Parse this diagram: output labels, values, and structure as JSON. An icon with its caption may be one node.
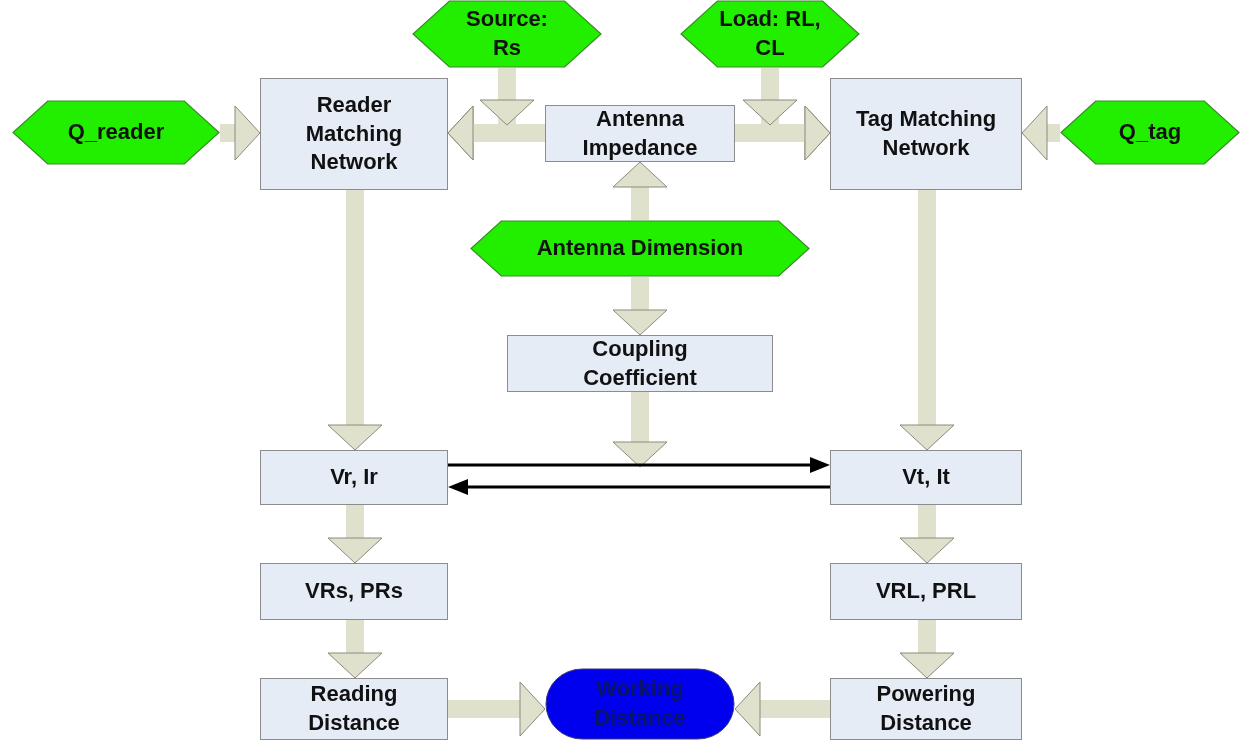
{
  "diagram": {
    "nodes": [
      {
        "text": [
          "Source: Rs"
        ]
      },
      {
        "text": [
          "Load: RL, CL"
        ]
      },
      {
        "text": [
          "Q_reader"
        ]
      },
      {
        "text": [
          "Reader Matching Network"
        ]
      },
      {
        "text": [
          "Antenna Impedance"
        ]
      },
      {
        "text": [
          "Tag Matching Network"
        ]
      },
      {
        "text": [
          "Q_tag"
        ]
      },
      {
        "text": [
          "Antenna Dimension"
        ]
      },
      {
        "text": [
          "Coupling Coefficient"
        ]
      },
      {
        "text": [
          "Vr, Ir"
        ]
      },
      {
        "text": [
          "Vt, It"
        ]
      },
      {
        "text": [
          "VRs, PRs"
        ]
      },
      {
        "text": [
          "VRL, PRL"
        ]
      },
      {
        "text": [
          "Reading Distance"
        ]
      },
      {
        "text": [
          "Working Distance"
        ]
      },
      {
        "text": [
          "Powering Distance"
        ]
      }
    ],
    "edges": [
      {
        "from": 2,
        "to": 3,
        "arrow": "to"
      },
      {
        "from": 4,
        "to": 3,
        "arrow": "to"
      },
      {
        "from": 0,
        "to": 3,
        "arrow": "to"
      },
      {
        "from": 4,
        "to": 5,
        "arrow": "to"
      },
      {
        "from": 1,
        "to": 5,
        "arrow": "to"
      },
      {
        "from": 6,
        "to": 5,
        "arrow": "to"
      },
      {
        "from": 7,
        "to": 4,
        "arrow": "to"
      },
      {
        "from": 7,
        "to": 8,
        "arrow": "to"
      },
      {
        "from": 8,
        "to": null,
        "arrow": "to"
      },
      {
        "from": 3,
        "to": 9,
        "arrow": "to"
      },
      {
        "from": 5,
        "to": 10,
        "arrow": "to"
      },
      {
        "from": 9,
        "to": 10,
        "arrow": "to",
        "color": "#000000"
      },
      {
        "from": 10,
        "to": 9,
        "arrow": "to",
        "color": "#000000"
      },
      {
        "from": 9,
        "to": 11,
        "arrow": "to"
      },
      {
        "from": 10,
        "to": 12,
        "arrow": "to"
      },
      {
        "from": 11,
        "to": 13,
        "arrow": "to"
      },
      {
        "from": 12,
        "to": 15,
        "arrow": "to"
      },
      {
        "from": 13,
        "to": 14,
        "arrow": "to"
      },
      {
        "from": 15,
        "to": 14,
        "arrow": "to"
      }
    ]
  }
}
